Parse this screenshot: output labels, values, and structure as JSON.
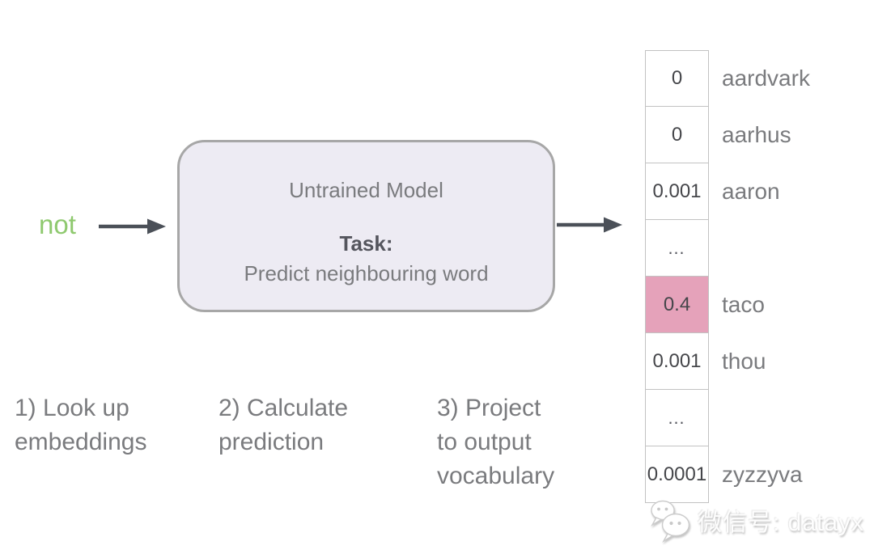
{
  "colors": {
    "input_green": "#8fc96f",
    "box_fill": "#edebf3",
    "box_border": "#a7a7a7",
    "arrow": "#4b5058",
    "text_gray": "#7a7b7e",
    "text_dark": "#54555d",
    "cell_border": "#c2c2c2",
    "value_text": "#45464a",
    "highlight_pink": "#e5a2ba"
  },
  "input": {
    "word": "not"
  },
  "model_box": {
    "title": "Untrained Model",
    "task_label": "Task:",
    "task_description": "Predict neighbouring word"
  },
  "output_vector": {
    "rows": [
      {
        "value": "0",
        "label": "aardvark",
        "highlight": false
      },
      {
        "value": "0",
        "label": "aarhus",
        "highlight": false
      },
      {
        "value": "0.001",
        "label": "aaron",
        "highlight": false
      },
      {
        "value": "…",
        "label": "",
        "highlight": false
      },
      {
        "value": "0.4",
        "label": "taco",
        "highlight": true
      },
      {
        "value": "0.001",
        "label": "thou",
        "highlight": false
      },
      {
        "value": "…",
        "label": "",
        "highlight": false
      },
      {
        "value": "0.0001",
        "label": "zyzzyva",
        "highlight": false
      }
    ]
  },
  "steps": [
    {
      "text": "1) Look up\nembeddings"
    },
    {
      "text": "2) Calculate\nprediction"
    },
    {
      "text": "3) Project\nto output\nvocabulary"
    }
  ],
  "watermark": {
    "icon": "wechat-icon",
    "text": "微信号: datayx"
  }
}
